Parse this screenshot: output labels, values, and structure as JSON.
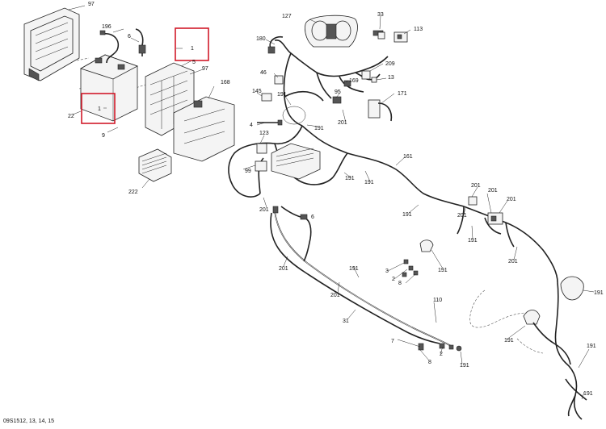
{
  "figure_code": "09S1512, 13, 14, 15",
  "callouts": [
    {
      "key": "97a",
      "text": "97"
    },
    {
      "key": "196",
      "text": "196"
    },
    {
      "key": "6a",
      "text": "6"
    },
    {
      "key": "1a",
      "text": "1"
    },
    {
      "key": "5",
      "text": "5"
    },
    {
      "key": "97b",
      "text": "97"
    },
    {
      "key": "22",
      "text": "22"
    },
    {
      "key": "1b",
      "text": "1"
    },
    {
      "key": "9",
      "text": "9"
    },
    {
      "key": "168",
      "text": "168"
    },
    {
      "key": "222",
      "text": "222"
    },
    {
      "key": "127",
      "text": "127"
    },
    {
      "key": "33",
      "text": "33"
    },
    {
      "key": "113",
      "text": "113"
    },
    {
      "key": "180",
      "text": "180"
    },
    {
      "key": "209",
      "text": "209"
    },
    {
      "key": "46",
      "text": "46"
    },
    {
      "key": "169",
      "text": "169"
    },
    {
      "key": "13",
      "text": "13"
    },
    {
      "key": "145",
      "text": "145"
    },
    {
      "key": "191a",
      "text": "191"
    },
    {
      "key": "95",
      "text": "95"
    },
    {
      "key": "171",
      "text": "171"
    },
    {
      "key": "191b",
      "text": "191"
    },
    {
      "key": "201a",
      "text": "201"
    },
    {
      "key": "4",
      "text": "4"
    },
    {
      "key": "123",
      "text": "123"
    },
    {
      "key": "99",
      "text": "99"
    },
    {
      "key": "191c",
      "text": "191"
    },
    {
      "key": "191d",
      "text": "191"
    },
    {
      "key": "161",
      "text": "161"
    },
    {
      "key": "201b",
      "text": "201"
    },
    {
      "key": "6b",
      "text": "6"
    },
    {
      "key": "201c",
      "text": "201"
    },
    {
      "key": "201d",
      "text": "201"
    },
    {
      "key": "201e",
      "text": "201"
    },
    {
      "key": "201f",
      "text": "201"
    },
    {
      "key": "191e",
      "text": "191"
    },
    {
      "key": "191f",
      "text": "191"
    },
    {
      "key": "201g",
      "text": "201"
    },
    {
      "key": "3",
      "text": "3"
    },
    {
      "key": "2a",
      "text": "2"
    },
    {
      "key": "8a",
      "text": "8"
    },
    {
      "key": "191g",
      "text": "191"
    },
    {
      "key": "201h",
      "text": "201"
    },
    {
      "key": "191h",
      "text": "191"
    },
    {
      "key": "201i",
      "text": "201"
    },
    {
      "key": "110",
      "text": "110"
    },
    {
      "key": "31",
      "text": "31"
    },
    {
      "key": "7",
      "text": "7"
    },
    {
      "key": "2b",
      "text": "2"
    },
    {
      "key": "8b",
      "text": "8"
    },
    {
      "key": "191i",
      "text": "191"
    },
    {
      "key": "191j",
      "text": "191"
    },
    {
      "key": "191k",
      "text": "191"
    }
  ]
}
